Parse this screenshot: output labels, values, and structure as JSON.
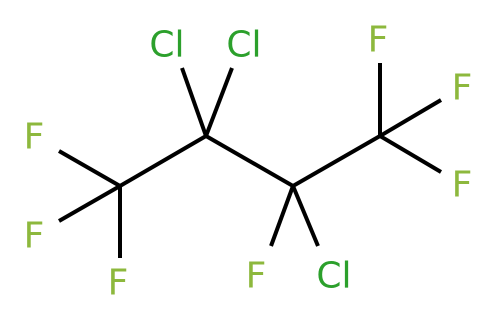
{
  "molecule": {
    "atoms": {
      "cl_c2_left": {
        "label": "Cl",
        "element": "chlorine"
      },
      "cl_c2_right": {
        "label": "Cl",
        "element": "chlorine"
      },
      "f_c4_top": {
        "label": "F",
        "element": "fluorine"
      },
      "f_c4_mid": {
        "label": "F",
        "element": "fluorine"
      },
      "f_c4_low": {
        "label": "F",
        "element": "fluorine"
      },
      "f_c1_top": {
        "label": "F",
        "element": "fluorine"
      },
      "f_c1_mid": {
        "label": "F",
        "element": "fluorine"
      },
      "f_c1_low": {
        "label": "F",
        "element": "fluorine"
      },
      "f_c3": {
        "label": "F",
        "element": "fluorine"
      },
      "cl_c3": {
        "label": "Cl",
        "element": "chlorine"
      }
    },
    "colors": {
      "bond": "#000000",
      "chlorine": "#2ca02c",
      "fluorine": "#8db83d"
    }
  }
}
